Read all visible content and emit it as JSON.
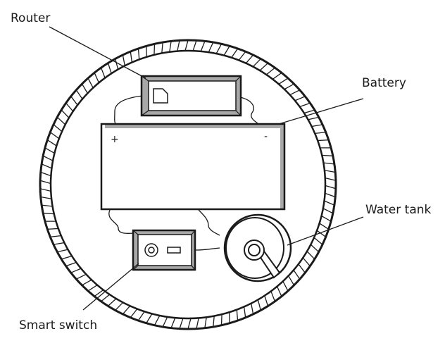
{
  "labels": {
    "router": "Router",
    "battery": "Battery",
    "water_tank": "Water tank",
    "smart_switch": "Smart switch"
  },
  "battery_terminals": {
    "positive": "+",
    "negative": "-"
  },
  "colors": {
    "stroke": "#1a1a1a",
    "bevel": "#a8a8a8",
    "background": "#ffffff"
  }
}
